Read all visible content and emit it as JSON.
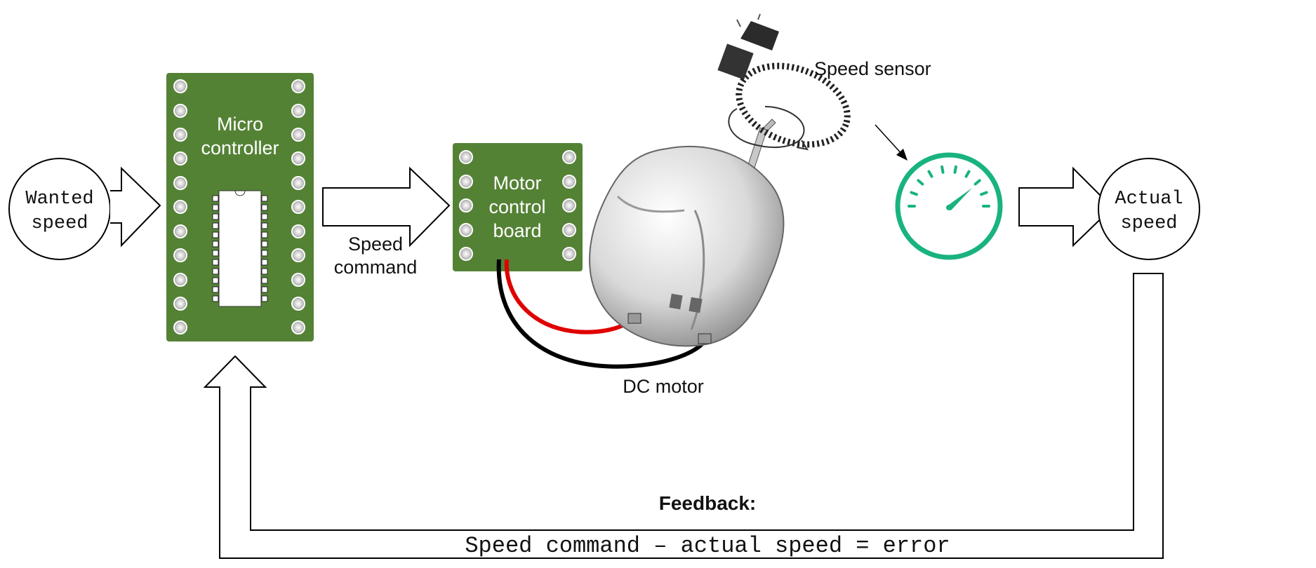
{
  "nodes": {
    "wanted_speed": [
      "Wanted",
      "speed"
    ],
    "actual_speed": [
      "Actual",
      "speed"
    ],
    "microcontroller": [
      "Micro",
      "controller"
    ],
    "motor_control_board": [
      "Motor",
      "control",
      "board"
    ]
  },
  "labels": {
    "speed_command": [
      "Speed",
      "command"
    ],
    "dc_motor": "DC motor",
    "speed_sensor": "Speed sensor",
    "feedback_title": "Feedback:",
    "feedback_formula": "Speed command – actual speed = error"
  },
  "colors": {
    "pcb_green": "#548235",
    "gauge_green": "#19b37f",
    "wire_red": "#e00000",
    "wire_black": "#000000"
  },
  "icons": [
    "speedometer-icon",
    "dc-motor-icon",
    "speed-sensor-icon",
    "microchip-icon"
  ]
}
